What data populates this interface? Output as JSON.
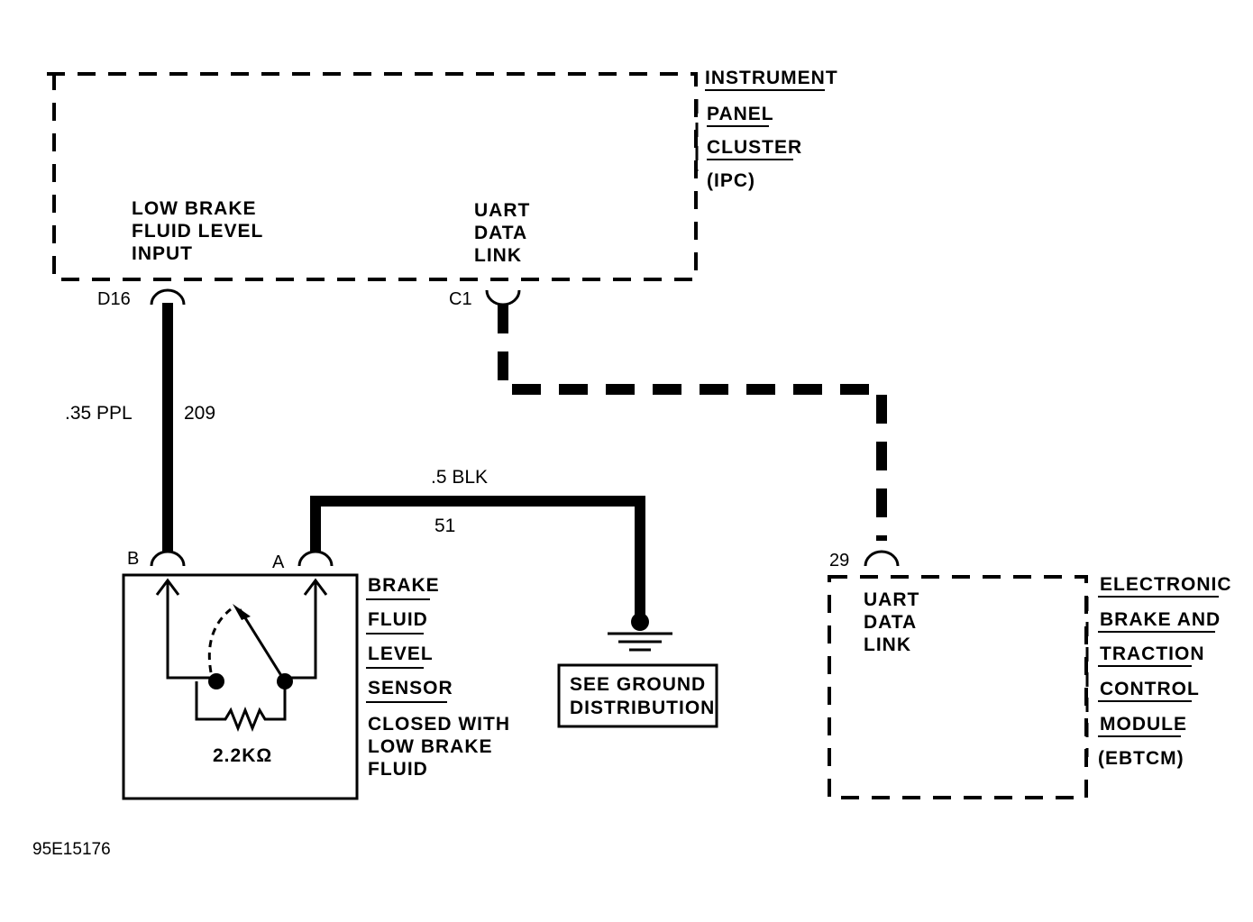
{
  "ipc": {
    "title_lines": [
      "INSTRUMENT",
      "PANEL",
      "CLUSTER",
      "(IPC)"
    ],
    "low_brake_input": [
      "LOW BRAKE",
      "FLUID LEVEL",
      "INPUT"
    ],
    "uart": [
      "UART",
      "DATA",
      "LINK"
    ],
    "pin_d16": "D16",
    "pin_c1": "C1"
  },
  "wire_209": {
    "gauge_color": ".35 PPL",
    "circuit": "209"
  },
  "wire_51": {
    "gauge_color": ".5 BLK",
    "circuit": "51"
  },
  "sensor": {
    "title_lines": [
      "BRAKE",
      "FLUID",
      "LEVEL",
      "SENSOR"
    ],
    "note_lines": [
      "CLOSED WITH",
      "LOW BRAKE",
      "FLUID"
    ],
    "pin_b": "B",
    "pin_a": "A",
    "resistor": "2.2KΩ"
  },
  "ground": {
    "lines": [
      "SEE GROUND",
      "DISTRIBUTION"
    ]
  },
  "ebtcm": {
    "title_lines": [
      "ELECTRONIC",
      "BRAKE AND",
      "TRACTION",
      "CONTROL",
      "MODULE",
      "(EBTCM)"
    ],
    "uart": [
      "UART",
      "DATA",
      "LINK"
    ],
    "pin_29": "29"
  },
  "figure_id": "95E15176"
}
